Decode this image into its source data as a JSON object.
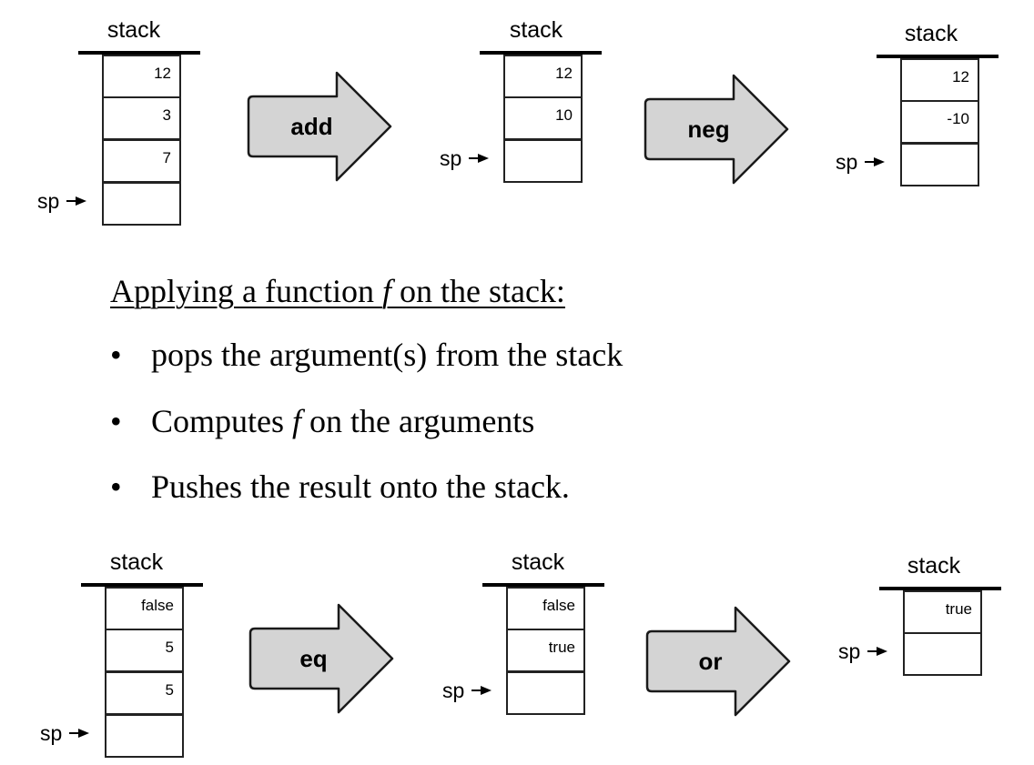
{
  "stack_label": "stack",
  "sp_label": "sp",
  "heading": {
    "before": "Applying a function ",
    "fn": "f",
    "after": " on the stack:"
  },
  "bullets": [
    {
      "before": "pops the argument(s) from the stack",
      "fn": "",
      "after": ""
    },
    {
      "before": "Computes ",
      "fn": "f",
      "after": " on the arguments"
    },
    {
      "before": "Pushes the result onto the stack.",
      "fn": "",
      "after": ""
    }
  ],
  "bullet_symbol": "•",
  "operations": [
    "add",
    "neg",
    "eq",
    "or"
  ],
  "stacks": {
    "top_before": [
      "12",
      "3",
      "7"
    ],
    "top_middle": [
      "12",
      "10"
    ],
    "top_after": [
      "12",
      "-10"
    ],
    "bottom_before": [
      "false",
      "5",
      "5"
    ],
    "bottom_middle": [
      "false",
      "true"
    ],
    "bottom_after": [
      "true"
    ]
  },
  "colors": {
    "arrow_fill": "#d4d4d4",
    "arrow_stroke": "#1a1a1a",
    "cell_border": "#222222"
  }
}
